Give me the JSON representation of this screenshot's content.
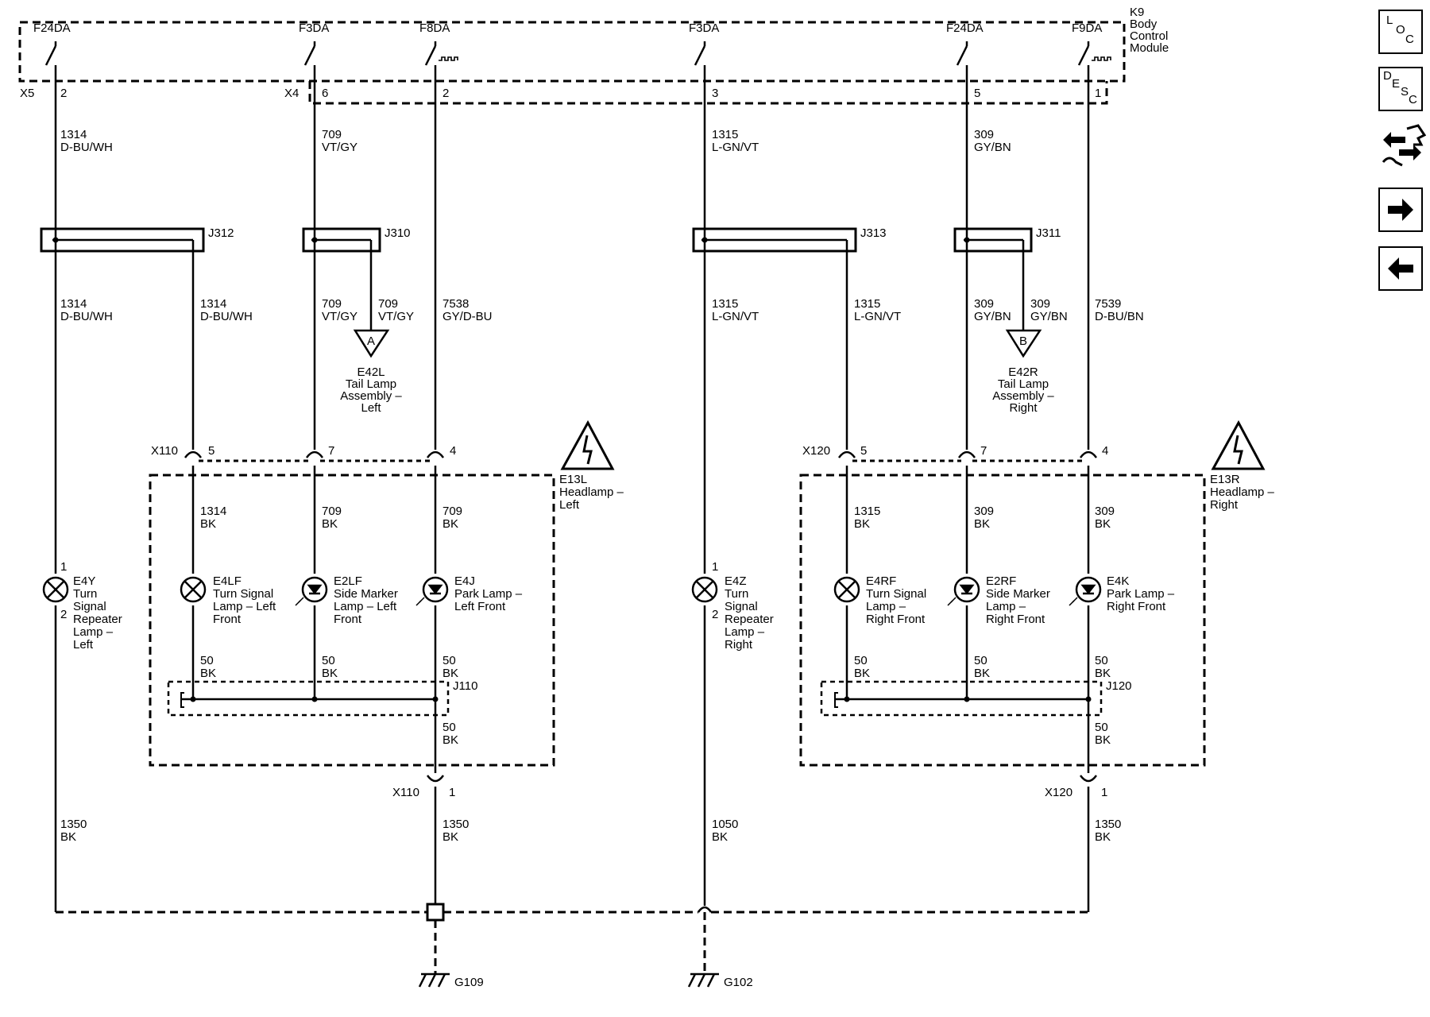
{
  "diagram": {
    "module": {
      "id": "K9",
      "lines": [
        "Body",
        "Control",
        "Module"
      ]
    },
    "fuses": {
      "f1": "F24DA",
      "f2": "F3DA",
      "f3": "F8DA",
      "f4": "F3DA",
      "f5": "F24DA",
      "f6": "F9DA"
    },
    "connectors": {
      "x5": "X5",
      "x4": "X4",
      "x110": "X110",
      "x120": "X120"
    },
    "pins": {
      "p_x5": "2",
      "p_x4_6": "6",
      "p_x4_2": "2",
      "p_x4_3": "3",
      "p_x4_5": "5",
      "p_x4_1": "1",
      "p110_5": "5",
      "p110_7": "7",
      "p110_4": "4",
      "p120_5": "5",
      "p120_7": "7",
      "p120_4": "4",
      "p110_1": "1",
      "p120_1": "1",
      "e4y_1": "1",
      "e4y_2": "2",
      "e4z_1": "1",
      "e4z_2": "2"
    },
    "splices": {
      "j312": "J312",
      "j310": "J310",
      "j313": "J313",
      "j311": "J311",
      "j110": "J110",
      "j120": "J120"
    },
    "wires": {
      "w1": [
        "1314",
        "D-BU/WH"
      ],
      "w2": [
        "709",
        "VT/GY"
      ],
      "w3": [
        "1315",
        "L-GN/VT"
      ],
      "w4": [
        "309",
        "GY/BN"
      ],
      "w5": [
        "1314",
        "D-BU/WH"
      ],
      "w6": [
        "1314",
        "D-BU/WH"
      ],
      "w7": [
        "709",
        "VT/GY"
      ],
      "w8": [
        "709",
        "VT/GY"
      ],
      "w9": [
        "7538",
        "GY/D-BU"
      ],
      "w10": [
        "1315",
        "L-GN/VT"
      ],
      "w11": [
        "1315",
        "L-GN/VT"
      ],
      "w12": [
        "309",
        "GY/BN"
      ],
      "w13": [
        "309",
        "GY/BN"
      ],
      "w14": [
        "7539",
        "D-BU/BN"
      ],
      "w15": [
        "1314",
        "BK"
      ],
      "w16": [
        "709",
        "BK"
      ],
      "w17": [
        "709",
        "BK"
      ],
      "w18": [
        "1315",
        "BK"
      ],
      "w19": [
        "309",
        "BK"
      ],
      "w20": [
        "309",
        "BK"
      ],
      "w21": [
        "50",
        "BK"
      ],
      "w22": [
        "50",
        "BK"
      ],
      "w23": [
        "50",
        "BK"
      ],
      "w24": [
        "50",
        "BK"
      ],
      "w25": [
        "50",
        "BK"
      ],
      "w26": [
        "50",
        "BK"
      ],
      "w27": [
        "50",
        "BK"
      ],
      "w28": [
        "50",
        "BK"
      ],
      "w29": [
        "1350",
        "BK"
      ],
      "w30": [
        "1350",
        "BK"
      ],
      "w31": [
        "1050",
        "BK"
      ],
      "w32": [
        "1350",
        "BK"
      ]
    },
    "refs": {
      "a": {
        "letter": "A",
        "lines": [
          "E42L",
          "Tail Lamp",
          "Assembly –",
          "Left"
        ]
      },
      "b": {
        "letter": "B",
        "lines": [
          "E42R",
          "Tail Lamp",
          "Assembly –",
          "Right"
        ]
      }
    },
    "headlamps": {
      "left": [
        "E13L",
        "Headlamp –",
        "Left"
      ],
      "right": [
        "E13R",
        "Headlamp –",
        "Right"
      ]
    },
    "lamps": {
      "e4y": [
        "E4Y",
        "Turn",
        "Signal",
        "Repeater",
        "Lamp –",
        "Left"
      ],
      "e4lf": [
        "E4LF",
        "Turn Signal",
        "Lamp – Left",
        "Front"
      ],
      "e2lf": [
        "E2LF",
        "Side Marker",
        "Lamp – Left",
        "Front"
      ],
      "e4j": [
        "E4J",
        "Park Lamp –",
        "Left Front"
      ],
      "e4z": [
        "E4Z",
        "Turn",
        "Signal",
        "Repeater",
        "Lamp –",
        "Right"
      ],
      "e4rf": [
        "E4RF",
        "Turn Signal",
        "Lamp –",
        "Right Front"
      ],
      "e2rf": [
        "E2RF",
        "Side Marker",
        "Lamp –",
        "Right Front"
      ],
      "e4k": [
        "E4K",
        "Park Lamp –",
        "Right Front"
      ]
    },
    "grounds": {
      "g109": "G109",
      "g102": "G102"
    }
  },
  "nav": {
    "loc": [
      "L",
      "O",
      "C"
    ],
    "desc": [
      "D",
      "E",
      "S",
      "C"
    ]
  }
}
